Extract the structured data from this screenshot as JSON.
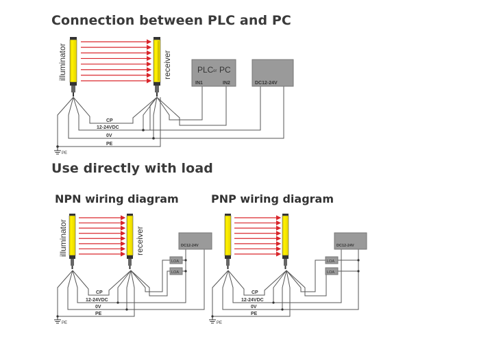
{
  "titles": {
    "main": "Connection between PLC and PC",
    "section": "Use directly with load",
    "npn": "NPN wiring diagram",
    "pnp": "PNP wiring diagram"
  },
  "top_diagram": {
    "emitter_label": "illuminator",
    "receiver_label": "receiver",
    "plc_box": {
      "title_main": "PLC",
      "title_or": "or",
      "title_alt": "PC",
      "in1": "IN1",
      "in2": "IN2"
    },
    "power_box": {
      "label": "DC12-24V"
    },
    "wires": {
      "cp": "CP",
      "supply": "12-24VDC",
      "zero": "0V",
      "pe": "PE"
    },
    "ground_label": "PE",
    "beam_count": 8
  },
  "npn_diagram": {
    "emitter_label": "illuminator",
    "receiver_label": "receiver",
    "power_box": {
      "label": "DC12-24V"
    },
    "loads": [
      "LOA",
      "LOA"
    ],
    "wires": {
      "cp": "CP",
      "supply": "12-24VDC",
      "zero": "0V",
      "pe": "PE"
    },
    "ground_label": "PE",
    "beam_count": 8
  },
  "pnp_diagram": {
    "power_box": {
      "label": "DC12-24V"
    },
    "loads": [
      "LOA",
      "LOA"
    ],
    "wires": {
      "cp": "CP",
      "supply": "12-24VDC",
      "zero": "0V",
      "pe": "PE"
    },
    "ground_label": "PE",
    "beam_count": 8
  },
  "colors": {
    "sensor_body": "#f5e400",
    "beam": "#d9262b",
    "wire": "#555555",
    "box": "#9a9a9a"
  }
}
